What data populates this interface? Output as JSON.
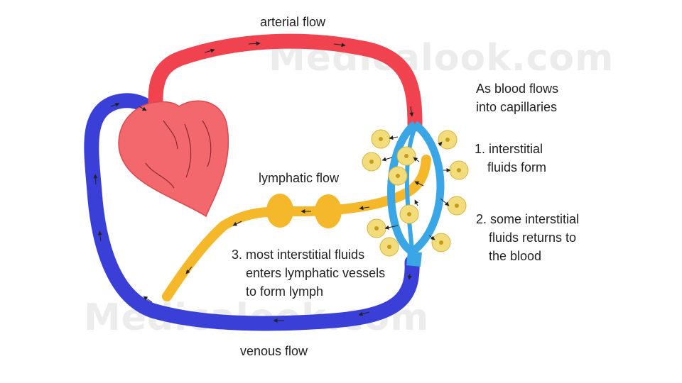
{
  "labels": {
    "arterial_flow": "arterial flow",
    "lymphatic_flow": "lymphatic flow",
    "venous_flow": "venous flow",
    "capillaries_line1": "As blood flows",
    "capillaries_line2": "into capillaries",
    "step1_line1": "1. interstitial",
    "step1_line2": "fluids form",
    "step2_line1": "2. some interstitial",
    "step2_line2": "fluids returns to",
    "step2_line3": "the blood",
    "step3_line1": "3. most interstitial fluids",
    "step3_line2": "enters lymphatic vessels",
    "step3_line3": "to form lymph"
  },
  "watermark": {
    "text": "Medicalook.com"
  },
  "colors": {
    "artery": "#f0434f",
    "vein": "#3a3fd8",
    "capillary": "#3aa6e6",
    "lymph": "#f4b82a",
    "heart": "#f2686c",
    "cell": "#f3dc7c"
  },
  "icons": [
    "heart-icon",
    "arrow-icon",
    "cell-icon"
  ]
}
